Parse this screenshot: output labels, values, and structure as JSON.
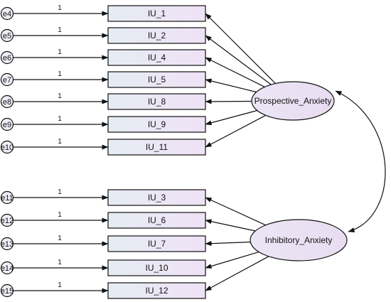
{
  "factors": {
    "prospective": {
      "label": "Prospective_Anxiety"
    },
    "inhibitory": {
      "label": "Inhibitory_Anxiety"
    }
  },
  "errors": [
    "e4",
    "e5",
    "e6",
    "e7",
    "e8",
    "e9",
    "e10",
    "e11",
    "e12",
    "e13",
    "e14",
    "e15"
  ],
  "items": [
    "IU_1",
    "IU_2",
    "IU_4",
    "IU_5",
    "IU_8",
    "IU_9",
    "IU_11",
    "IU_3",
    "IU_6",
    "IU_7",
    "IU_10",
    "IU_12"
  ],
  "error_loadings": [
    "1",
    "1",
    "1",
    "1",
    "1",
    "1",
    "1",
    "1",
    "1",
    "1",
    "1",
    "1"
  ],
  "colors": {
    "box_fill_start": "#e6ecf4",
    "box_fill_end": "#efe2f6",
    "ellipse_fill_start": "#eae6f4",
    "ellipse_fill_end": "#eadcf2",
    "stroke": "#111111"
  }
}
